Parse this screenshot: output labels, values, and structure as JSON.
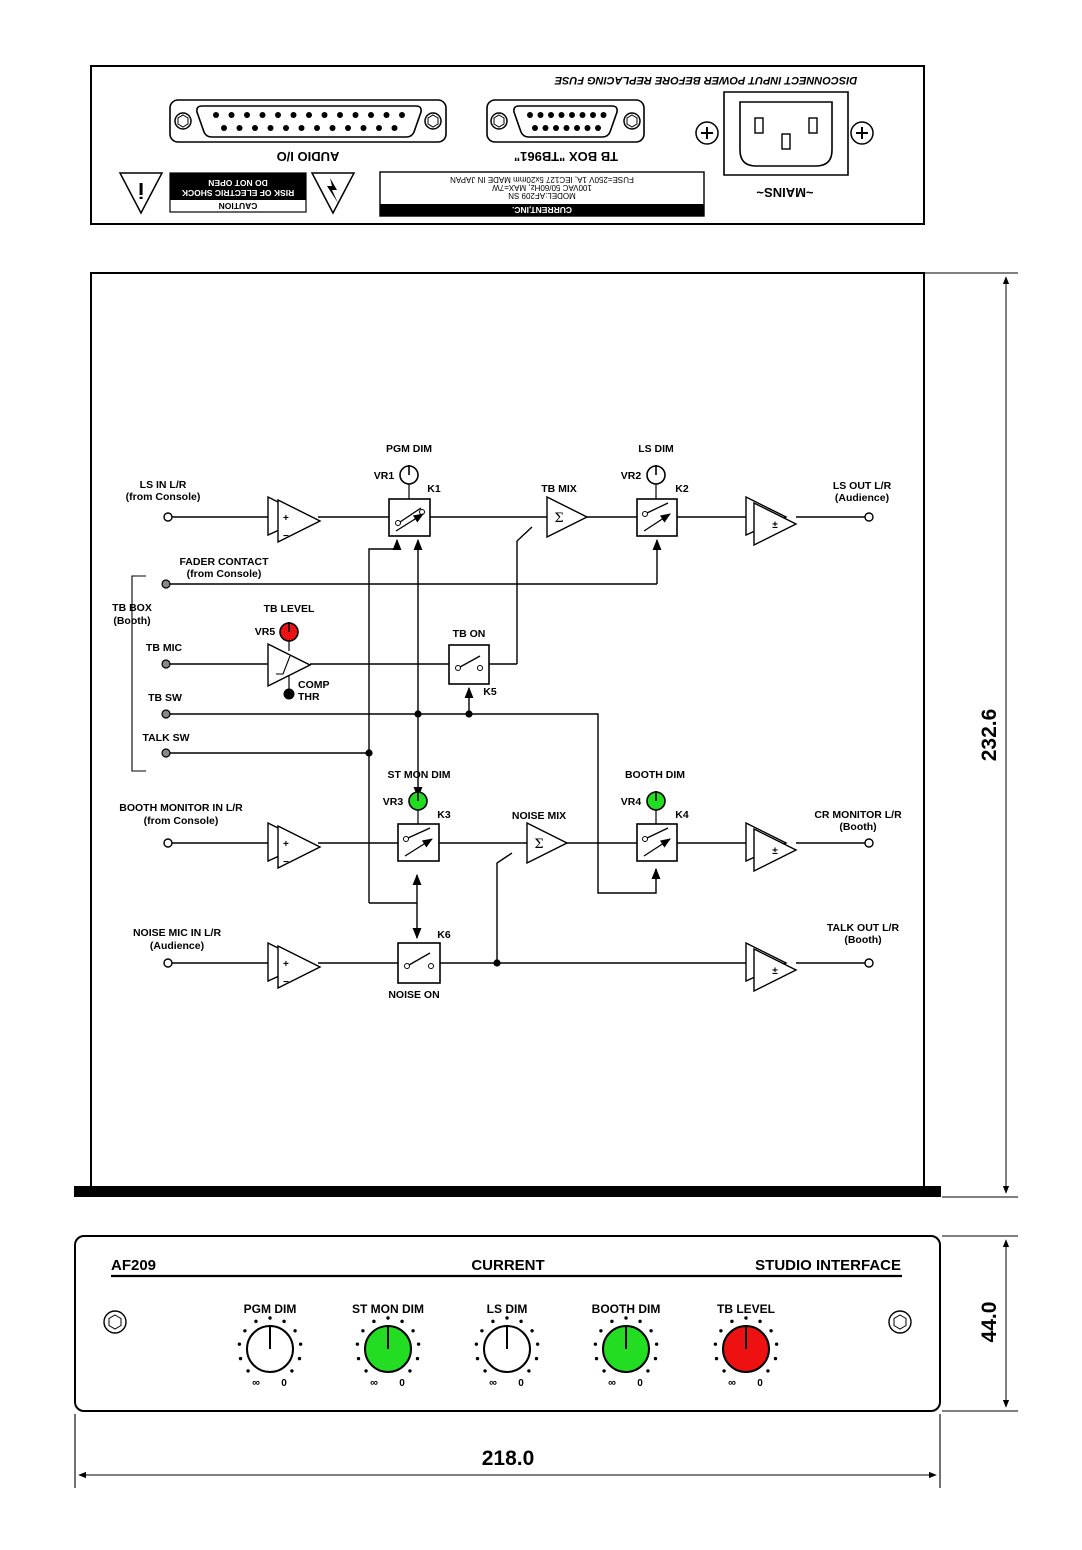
{
  "rear_panel": {
    "warning_top": "DISCONNECT INPUT POWER BEFORE REPLACING FUSE",
    "audio_io": "AUDIO I/O",
    "tb_box_conn": "TB BOX \"TB961\"",
    "mains": "~MAINS~",
    "caution_title": "CAUTION",
    "caution_line1": "RISK OF ELECTRIC SHOCK",
    "caution_line2": "DO NOT OPEN",
    "nameplate": {
      "company": "CURRENT,INC.",
      "model": "MODEL:AF209 SN",
      "power": "100VAC 50/60Hz, MAX=7W",
      "fuse": "FUSE=250V 1A, IEC127 5x20mm  MADE IN JAPAN"
    }
  },
  "diagram": {
    "inputs": {
      "ls_in": "LS IN L/R",
      "ls_in_sub": "(from Console)",
      "fader": "FADER CONTACT",
      "fader_sub": "(from Console)",
      "tb_box": "TB BOX",
      "tb_box_sub": "(Booth)",
      "tb_mic": "TB MIC",
      "tb_sw": "TB SW",
      "talk_sw": "TALK SW",
      "booth_mon": "BOOTH MONITOR IN L/R",
      "booth_mon_sub": "(from Console)",
      "noise_mic": "NOISE MIC IN L/R",
      "noise_mic_sub": "(Audience)"
    },
    "outputs": {
      "ls_out": "LS OUT L/R",
      "ls_out_sub": "(Audience)",
      "cr_mon": "CR MONITOR L/R",
      "cr_mon_sub": "(Booth)",
      "talk_out": "TALK OUT L/R",
      "talk_out_sub": "(Booth)"
    },
    "blocks": {
      "pgm_dim": "PGM DIM",
      "vr1": "VR1",
      "k1": "K1",
      "tb_mix": "TB MIX",
      "ls_dim": "LS DIM",
      "vr2": "VR2",
      "k2": "K2",
      "tb_level": "TB LEVEL",
      "vr5": "VR5",
      "comp": "COMP",
      "thr": "THR",
      "tb_on": "TB ON",
      "k5": "K5",
      "st_mon_dim": "ST MON DIM",
      "vr3": "VR3",
      "k3": "K3",
      "noise_mix": "NOISE MIX",
      "booth_dim": "BOOTH DIM",
      "vr4": "VR4",
      "k4": "K4",
      "k6": "K6",
      "noise_on": "NOISE ON",
      "sigma": "Σ",
      "plus": "+",
      "minus": "−",
      "pm": "±"
    },
    "colors": {
      "green": "#22dd22",
      "red": "#ee1111",
      "white": "#ffffff"
    }
  },
  "dimensions": {
    "depth": "232.6",
    "height": "44.0",
    "width": "218.0"
  },
  "front_panel": {
    "model": "AF209",
    "brand": "CURRENT",
    "product": "STUDIO INTERFACE",
    "knobs": [
      {
        "label": "PGM DIM",
        "color": "#ffffff"
      },
      {
        "label": "ST MON DIM",
        "color": "#22dd22"
      },
      {
        "label": "LS DIM",
        "color": "#ffffff"
      },
      {
        "label": "BOOTH DIM",
        "color": "#22dd22"
      },
      {
        "label": "TB LEVEL",
        "color": "#ee1111"
      }
    ],
    "scale_min": "∞",
    "scale_max": "0"
  }
}
